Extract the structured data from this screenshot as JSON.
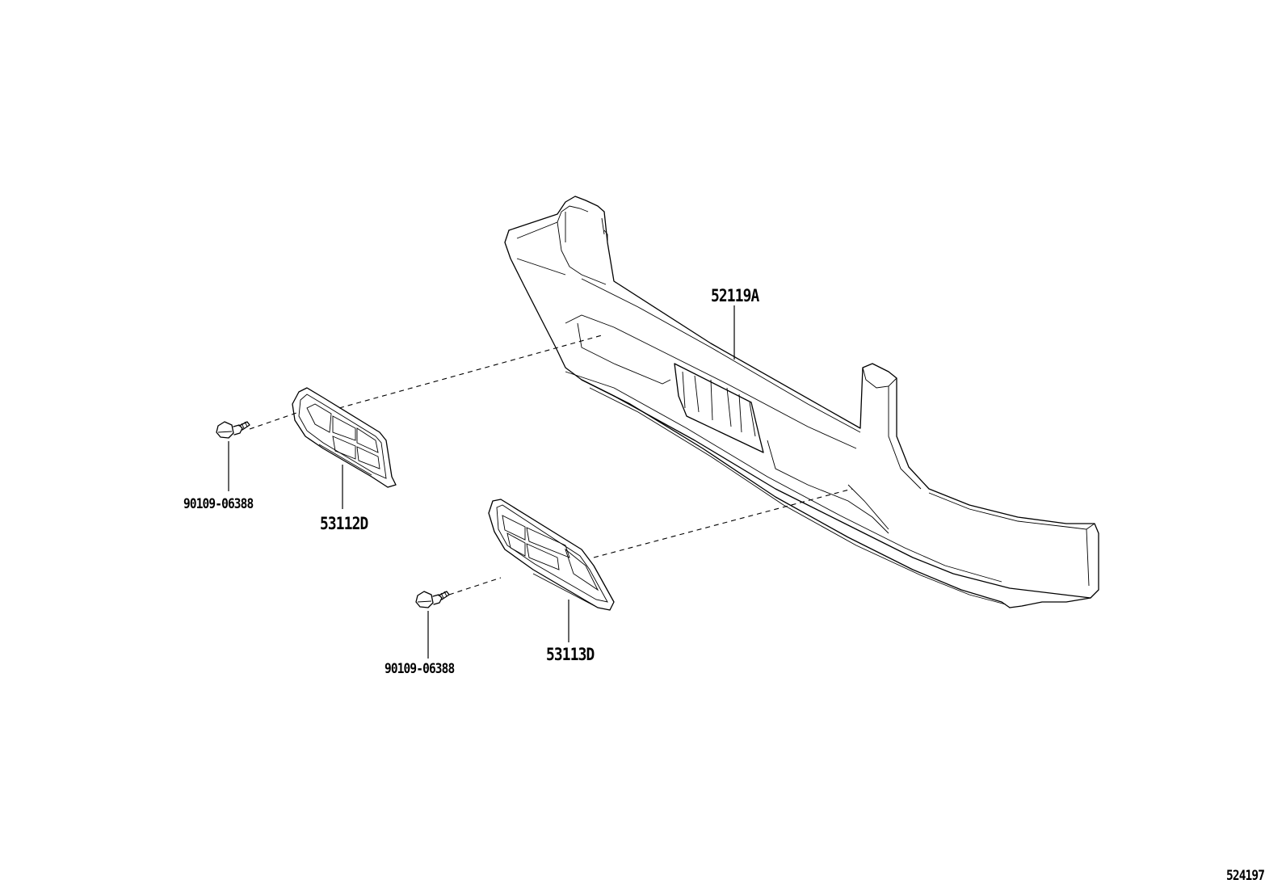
{
  "diagram": {
    "parts": [
      {
        "id": "bumper",
        "part_number": "52119A"
      },
      {
        "id": "left_grille",
        "part_number": "53112D"
      },
      {
        "id": "right_grille",
        "part_number": "53113D"
      },
      {
        "id": "left_bolt",
        "part_number": "90109-06388"
      },
      {
        "id": "right_bolt",
        "part_number": "90109-06388"
      }
    ],
    "figure_number": "524197"
  }
}
